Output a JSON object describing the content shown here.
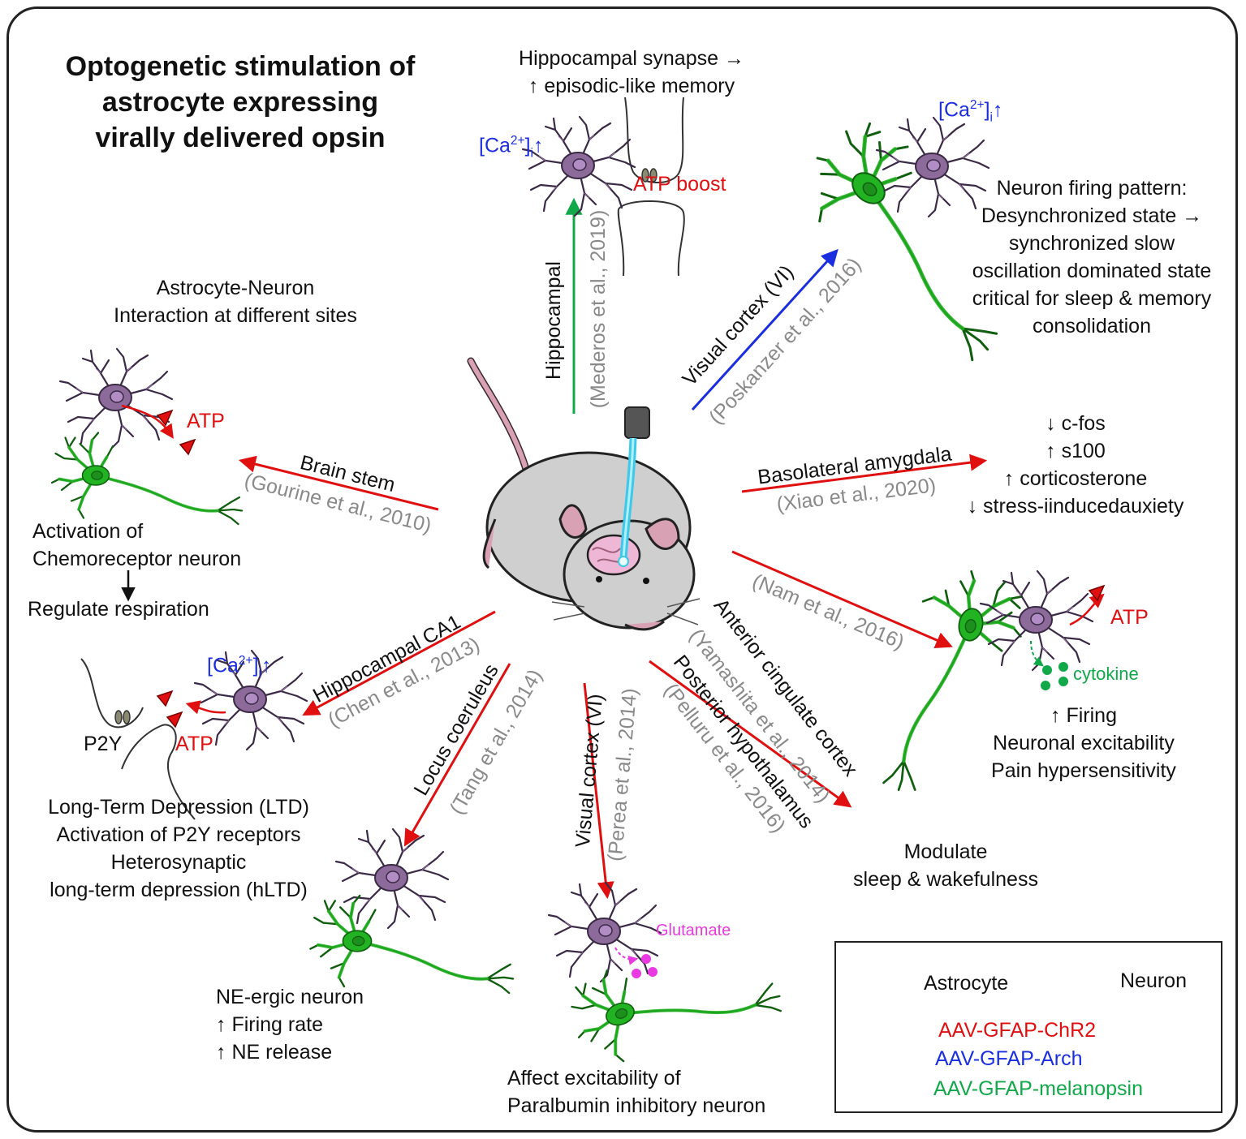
{
  "title": [
    "Optogenetic stimulation of",
    "astrocyte expressing",
    "virally delivered opsin"
  ],
  "center_caption": [
    "Astrocyte-Neuron",
    "Interaction at different sites"
  ],
  "colors": {
    "chr2": "#e01010",
    "arch": "#1a2ee0",
    "melanopsin": "#11a84a",
    "astrocyte": "#8c6a9a",
    "neuron": "#22b322",
    "reference": "#8a8a8a"
  },
  "pathways": {
    "hippocampal": {
      "region": "Hippocampal",
      "ref": "(Mederos et al., 2019)",
      "effect": [
        "Hippocampal  synapse →",
        "↑ episodic-like memory"
      ],
      "ca": "[Ca",
      "ca_sup": "2+",
      "ca_sub": "i",
      "ca_arrow": "↑",
      "boost": "ATP boost"
    },
    "visual_top": {
      "region": "Visual cortex (VI)",
      "ref": "(Poskanzer et al., 2016)",
      "ca": "[Ca",
      "ca_sup": "2+",
      "ca_sub": "i",
      "ca_arrow": "↑",
      "effect": [
        "Neuron firing pattern:",
        "Desynchronized state →",
        "synchronized slow",
        "oscillation dominated state",
        "critical for sleep & memory",
        "consolidation"
      ]
    },
    "brain_stem": {
      "region": "Brain stem",
      "ref": "(Gourine et al., 2010)",
      "atp": "ATP",
      "effect": [
        "Activation of",
        "Chemoreceptor neuron"
      ],
      "outcome": "Regulate respiration"
    },
    "amygdala": {
      "region": "Basolateral amygdala",
      "ref": "(Xiao et al., 2020)",
      "effect": [
        "↓ c-fos",
        "↑ s100",
        "↑ corticosterone",
        "↓ stress-iinducedauxiety"
      ]
    },
    "nam": {
      "ref": "(Nam et al., 2016)",
      "atp": "ATP",
      "cytokine": "cytokine",
      "effect": [
        "↑ Firing",
        "Neuronal excitability",
        "Pain hypersensitivity"
      ]
    },
    "ca1": {
      "region": "Hippocampal CA1",
      "ref": "(Chen et al., 2013)",
      "ca": "[Ca",
      "ca_sup": "2+",
      "ca_sub": "i",
      "ca_arrow": "↑",
      "atp": "ATP",
      "receptor": "P2Y",
      "effect": [
        "Long-Term Depression (LTD)",
        "Activation of P2Y receptors",
        "Heterosynaptic",
        "long-term depression (hLTD)"
      ]
    },
    "locus": {
      "region": "Locus coeruleus",
      "ref": "(Tang et al., 2014)",
      "effect": [
        "NE-ergic neuron",
        "↑ Firing rate",
        "↑ NE release"
      ]
    },
    "visual_bottom": {
      "region": "Visual cortex (VI)",
      "ref": "(Perea et al., 2014)",
      "glutamate": "Glutamate",
      "effect": [
        "Affect excitability of",
        "Paralbumin inhibitory neuron"
      ]
    },
    "cingulate": {
      "region": "Anterior cingulate cortex",
      "ref": "(Yamashita et al., 2014)"
    },
    "hypothalamus": {
      "region": "Posterior hypothalamus",
      "ref": "(Pelluru et al., 2016)",
      "effect": [
        "Modulate",
        "sleep & wakefulness"
      ]
    }
  },
  "legend": {
    "astrocyte": "Astrocyte",
    "neuron": "Neuron",
    "items": [
      {
        "label": "AAV-GFAP-ChR2",
        "color": "#e01010"
      },
      {
        "label": "AAV-GFAP-Arch",
        "color": "#1a2ee0"
      },
      {
        "label": "AAV-GFAP-melanopsin",
        "color": "#11a84a"
      }
    ]
  }
}
